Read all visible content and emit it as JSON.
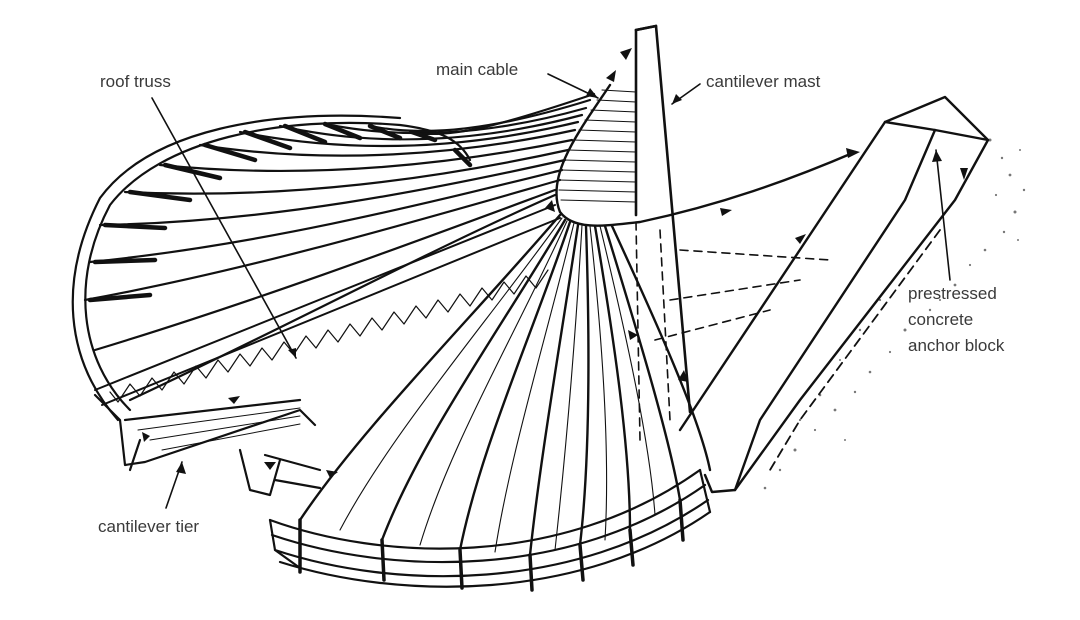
{
  "labels": {
    "roof_truss": "roof truss",
    "main_cable": "main cable",
    "cantilever_mast": "cantilever mast",
    "anchor_block": [
      "prestressed",
      "concrete",
      "anchor block"
    ],
    "cantilever_tier": "cantilever tier"
  },
  "colors": {
    "ink": "#111111",
    "label": "#3a3a3a",
    "background": "#ffffff"
  }
}
